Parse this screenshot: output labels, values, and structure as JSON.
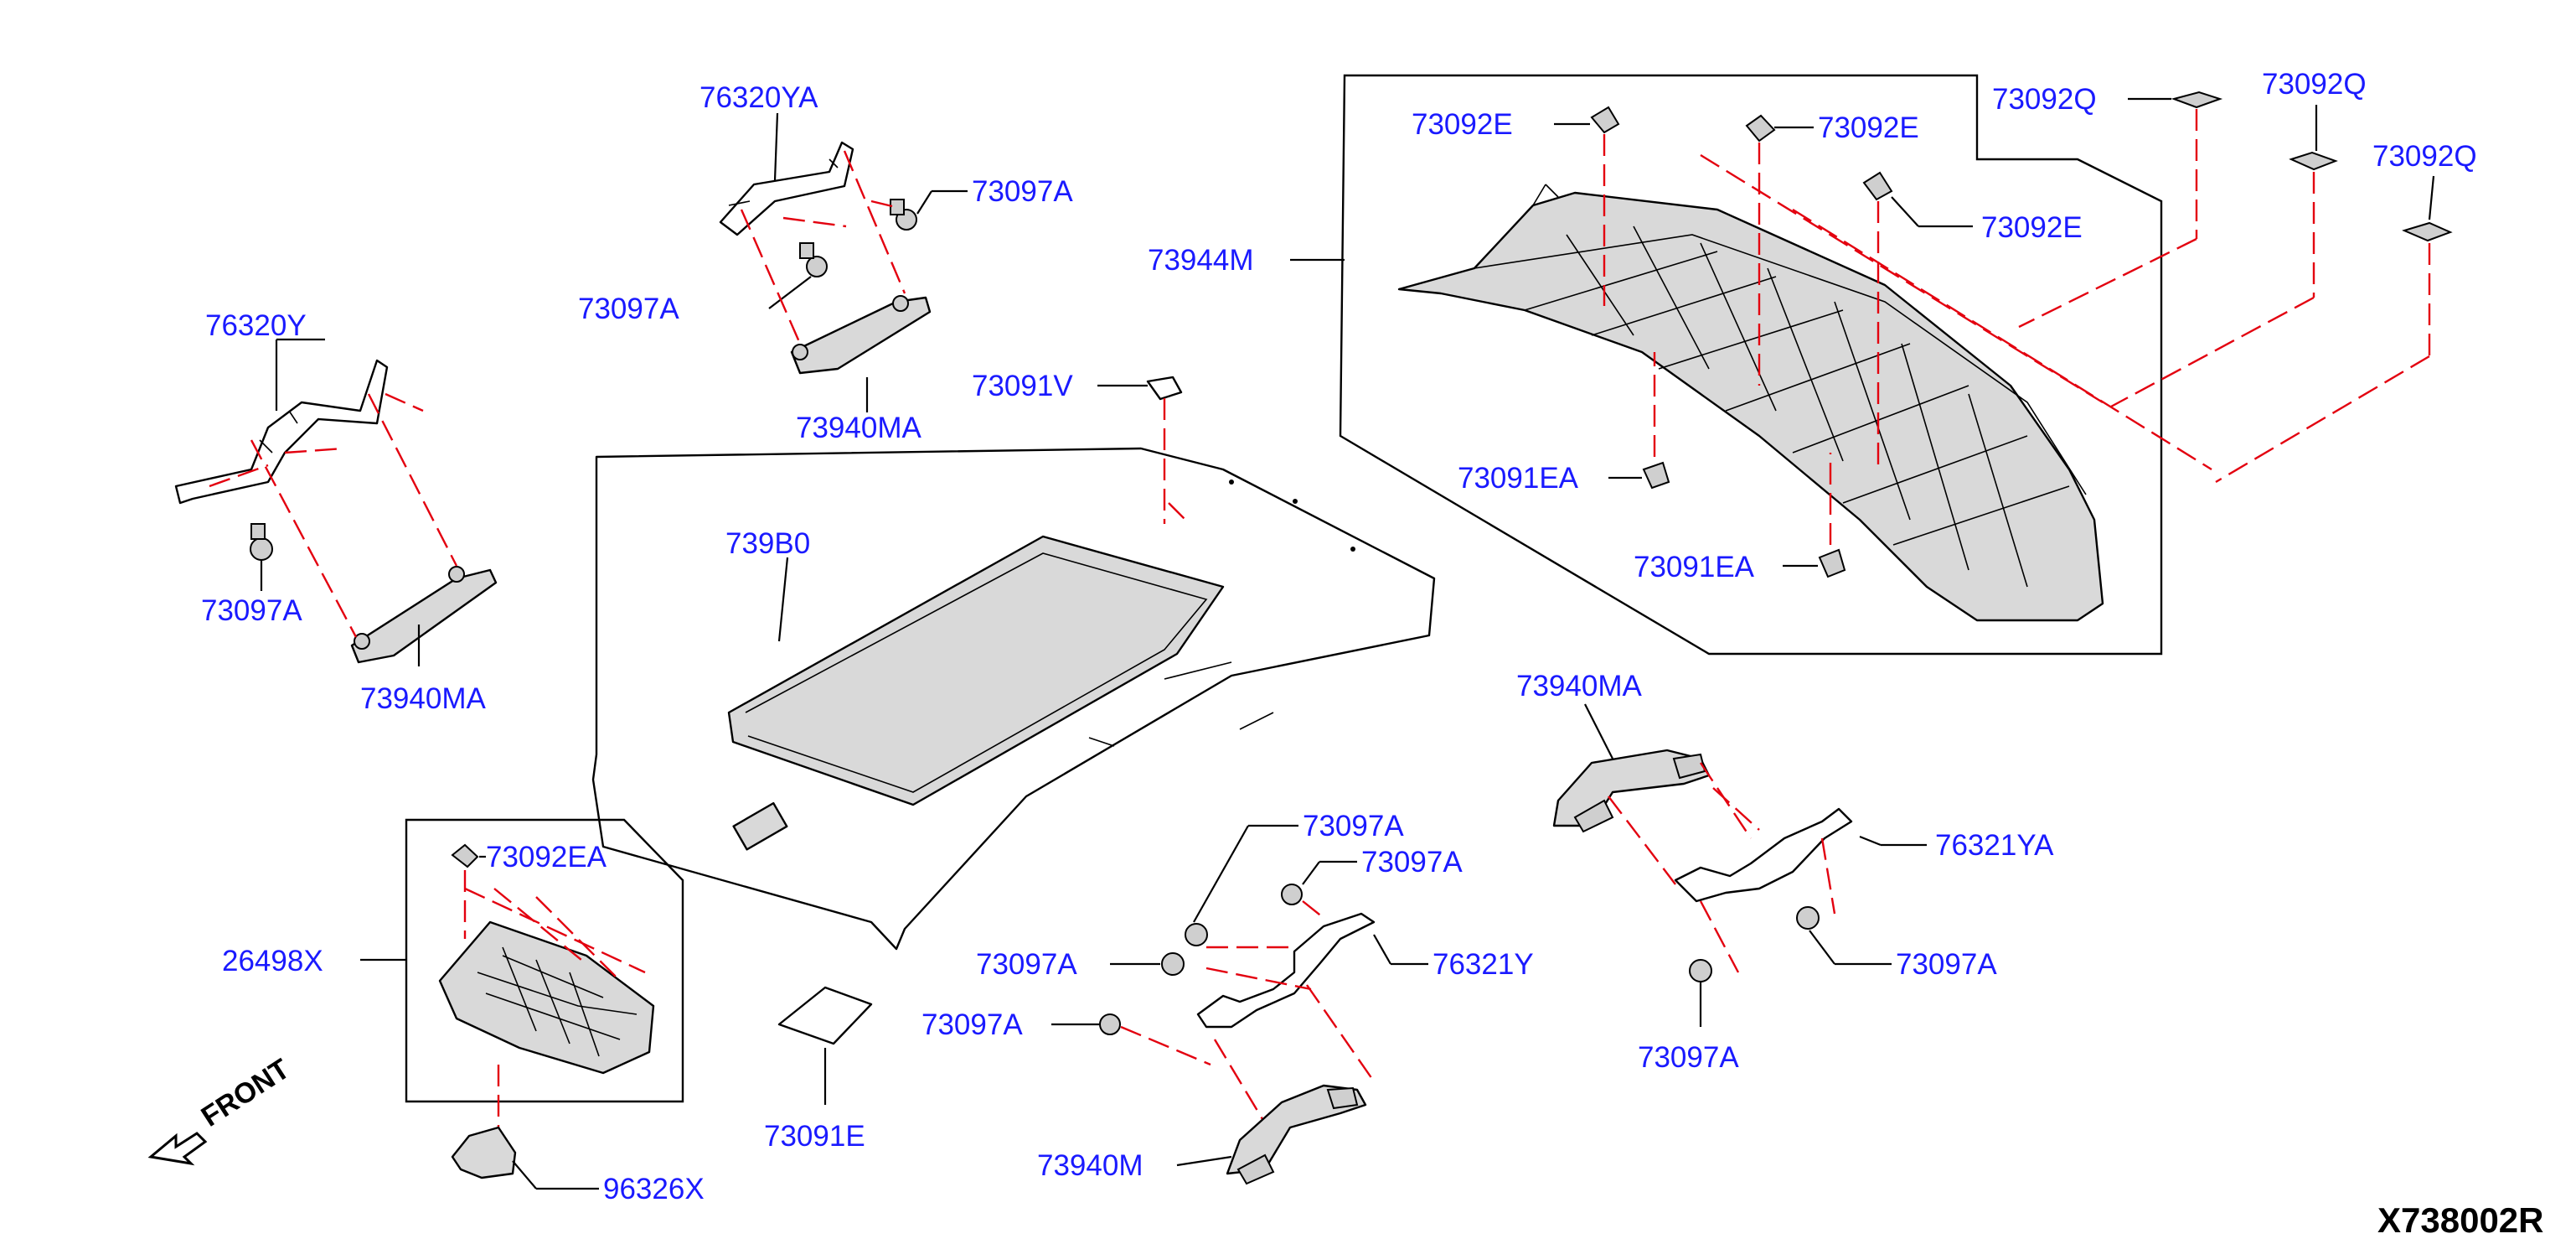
{
  "diagram_code": "X738002R",
  "front_label": "FRONT",
  "labels": {
    "p76320YA": "76320YA",
    "p73097A_top_right": "73097A",
    "p73097A_top_left": "73097A",
    "p73940MA_top": "73940MA",
    "p76320Y": "76320Y",
    "p73097A_left": "73097A",
    "p73940MA_left": "73940MA",
    "p73091V": "73091V",
    "p739B0": "739B0",
    "p73944M": "73944M",
    "p73092E_1": "73092E",
    "p73092E_2": "73092E",
    "p73092E_3": "73092E",
    "p73092Q_1": "73092Q",
    "p73092Q_2": "73092Q",
    "p73092Q_3": "73092Q",
    "p73091EA_1": "73091EA",
    "p73091EA_2": "73091EA",
    "p73940MA_right": "73940MA",
    "p76321YA": "76321YA",
    "p73097A_r1": "73097A",
    "p73097A_r2": "73097A",
    "p73092EA": "73092EA",
    "p26498X": "26498X",
    "p73097A_c1": "73097A",
    "p73097A_c2": "73097A",
    "p73097A_c3": "73097A",
    "p73097A_c4": "73097A",
    "p76321Y": "76321Y",
    "p73091E": "73091E",
    "p73940M": "73940M",
    "p96326X": "96326X"
  }
}
